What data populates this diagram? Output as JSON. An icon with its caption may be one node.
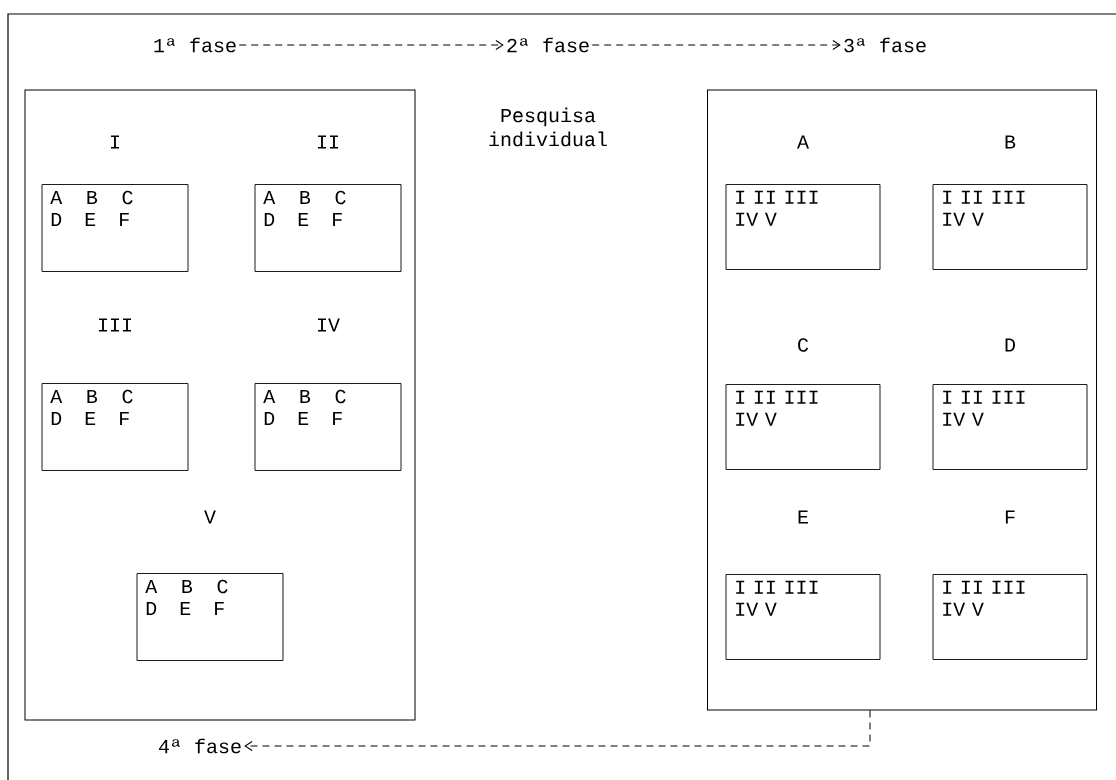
{
  "diagram": {
    "nodes": [
      {
        "text": [
          "1ª fase"
        ]
      },
      {
        "text": [
          "2ª fase"
        ]
      },
      {
        "text": [
          "3ª fase"
        ]
      },
      {
        "text": [],
        "shape": "box"
      },
      {
        "text": [
          "I",
          "A B C D E F"
        ],
        "in": 3
      },
      {
        "text": [
          "II",
          "A B C D E F"
        ],
        "in": 3
      },
      {
        "text": [
          "III",
          "A B C D E F"
        ],
        "in": 3
      },
      {
        "text": [
          "IV",
          "A B C D E F"
        ],
        "in": 3
      },
      {
        "text": [
          "V",
          "A B C D E F"
        ],
        "in": 3
      },
      {
        "text": [],
        "shape": "box"
      },
      {
        "text": [
          "A",
          "I II III IV V"
        ],
        "in": 9
      },
      {
        "text": [
          "B",
          "I II III IV V"
        ],
        "in": 9
      },
      {
        "text": [
          "C",
          "I II III IV V"
        ],
        "in": 9
      },
      {
        "text": [
          "D",
          "I II III IV V"
        ],
        "in": 9
      },
      {
        "text": [
          "E",
          "I II III IV V"
        ],
        "in": 9
      },
      {
        "text": [
          "F",
          "I II III IV V"
        ],
        "in": 9
      },
      {
        "text": [
          "4ª fase"
        ]
      }
    ],
    "edges": [
      {
        "from": 0,
        "to": 1,
        "arrow": "to",
        "style": "dashed"
      },
      {
        "from": 1,
        "to": 2,
        "arrow": "to",
        "style": "dashed"
      },
      {
        "from": 9,
        "to": 16,
        "arrow": "to",
        "style": "dashed"
      }
    ],
    "labels": [
      "Pesquisa individual"
    ]
  }
}
